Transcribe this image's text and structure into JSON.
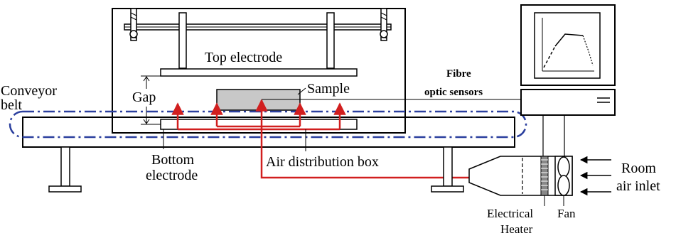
{
  "labels": {
    "top_electrode": "Top electrode",
    "conveyor_line1": "Conveyor",
    "conveyor_line2": "belt",
    "gap": "Gap",
    "sample": "Sample",
    "fibre_line1": "Fibre",
    "fibre_line2": "optic sensors",
    "bottom_line1": "Bottom",
    "bottom_line2": "electrode",
    "air_box": "Air distribution box",
    "room_line1": "Room",
    "room_line2": "air inlet",
    "heater_line1": "Electrical",
    "heater_line2": "Heater",
    "fan": "Fan"
  },
  "colors": {
    "airflow": "#d11f1f",
    "belt": "#2b3f9e",
    "sample_fill": "#c8c8c8",
    "line": "#000000"
  }
}
